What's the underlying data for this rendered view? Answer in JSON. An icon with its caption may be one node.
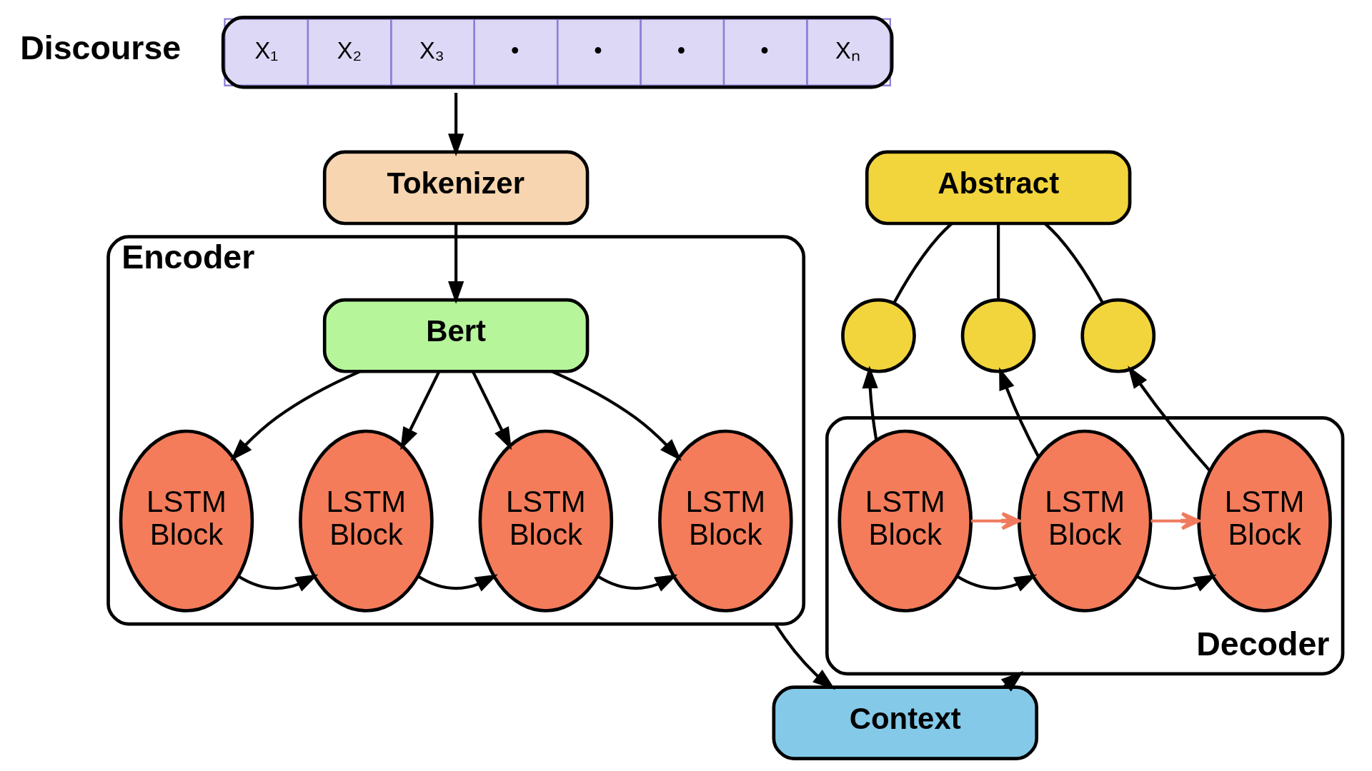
{
  "diagram": {
    "nodes": [
      {
        "text": [
          "Discourse",
          "X₁",
          "X₂",
          "X₃",
          "•",
          "•",
          "•",
          "•",
          "Xₙ"
        ]
      },
      {
        "text": [
          "Tokenizer"
        ]
      },
      {
        "text": [
          "Encoder"
        ]
      },
      {
        "text": [
          "Bert"
        ],
        "in": 2
      },
      {
        "text": [
          "LSTM Block"
        ],
        "in": 2
      },
      {
        "text": [
          "LSTM Block"
        ],
        "in": 2
      },
      {
        "text": [
          "LSTM Block"
        ],
        "in": 2
      },
      {
        "text": [
          "LSTM Block"
        ],
        "in": 2
      },
      {
        "text": [
          "Context"
        ]
      },
      {
        "text": [
          "Decoder"
        ]
      },
      {
        "text": [
          "LSTM Block"
        ],
        "in": 9
      },
      {
        "text": [
          "LSTM Block"
        ],
        "in": 9
      },
      {
        "text": [
          "LSTM Block"
        ],
        "in": 9
      },
      {
        "text": [],
        "shape": "circle"
      },
      {
        "text": [],
        "shape": "circle"
      },
      {
        "text": [],
        "shape": "circle"
      },
      {
        "text": [
          "Abstract"
        ]
      }
    ],
    "edges": [
      {
        "from": 0,
        "to": 1,
        "arrow": "to"
      },
      {
        "from": 1,
        "to": 3,
        "arrow": "to"
      },
      {
        "from": 3,
        "to": 4,
        "arrow": "to"
      },
      {
        "from": 3,
        "to": 5,
        "arrow": "to"
      },
      {
        "from": 3,
        "to": 6,
        "arrow": "to"
      },
      {
        "from": 3,
        "to": 7,
        "arrow": "to"
      },
      {
        "from": 4,
        "to": 5,
        "arrow": "to"
      },
      {
        "from": 5,
        "to": 6,
        "arrow": "to"
      },
      {
        "from": 6,
        "to": 7,
        "arrow": "to"
      },
      {
        "from": 2,
        "to": 8,
        "arrow": "to"
      },
      {
        "from": 8,
        "to": 9,
        "arrow": "to"
      },
      {
        "from": 10,
        "to": 11,
        "arrow": "to"
      },
      {
        "from": 11,
        "to": 12,
        "arrow": "to"
      },
      {
        "from": 10,
        "to": 11,
        "arrow": "to",
        "color": "#f07b5e"
      },
      {
        "from": 11,
        "to": 12,
        "arrow": "to",
        "color": "#f07b5e"
      },
      {
        "from": 10,
        "to": 13,
        "arrow": "to"
      },
      {
        "from": 11,
        "to": 14,
        "arrow": "to"
      },
      {
        "from": 12,
        "to": 15,
        "arrow": "to"
      },
      {
        "from": 16,
        "to": 13,
        "arrow": "none"
      },
      {
        "from": 16,
        "to": 14,
        "arrow": "none"
      },
      {
        "from": 16,
        "to": 15,
        "arrow": "none"
      }
    ]
  }
}
